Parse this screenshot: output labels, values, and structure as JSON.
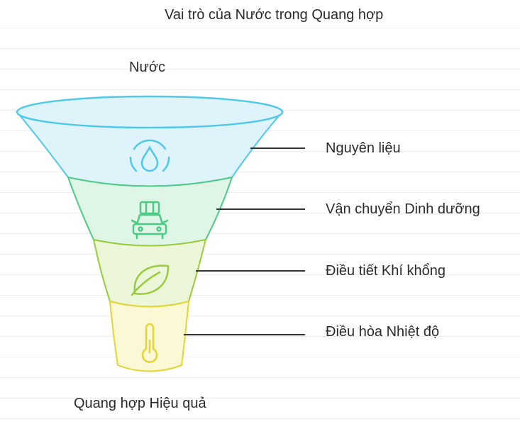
{
  "title": "Vai trò của Nước trong Quang hợp",
  "top_label": "Nước",
  "bottom_label": "Quang hợp Hiệu quả",
  "stages": [
    {
      "label": "Nguyên liệu",
      "icon": "water-drop-icon",
      "fill": "#dff3fb",
      "stroke": "#4fc8ea"
    },
    {
      "label": "Vận chuyển Dinh dưỡng",
      "icon": "car-with-luggage-icon",
      "fill": "#dff5e6",
      "stroke": "#4ccb85"
    },
    {
      "label": "Điều tiết Khí khổng",
      "icon": "leaf-icon",
      "fill": "#ecf6d9",
      "stroke": "#9acb3c"
    },
    {
      "label": "Điều hòa Nhiệt độ",
      "icon": "thermometer-icon",
      "fill": "#fbf8d6",
      "stroke": "#e2d534"
    }
  ]
}
